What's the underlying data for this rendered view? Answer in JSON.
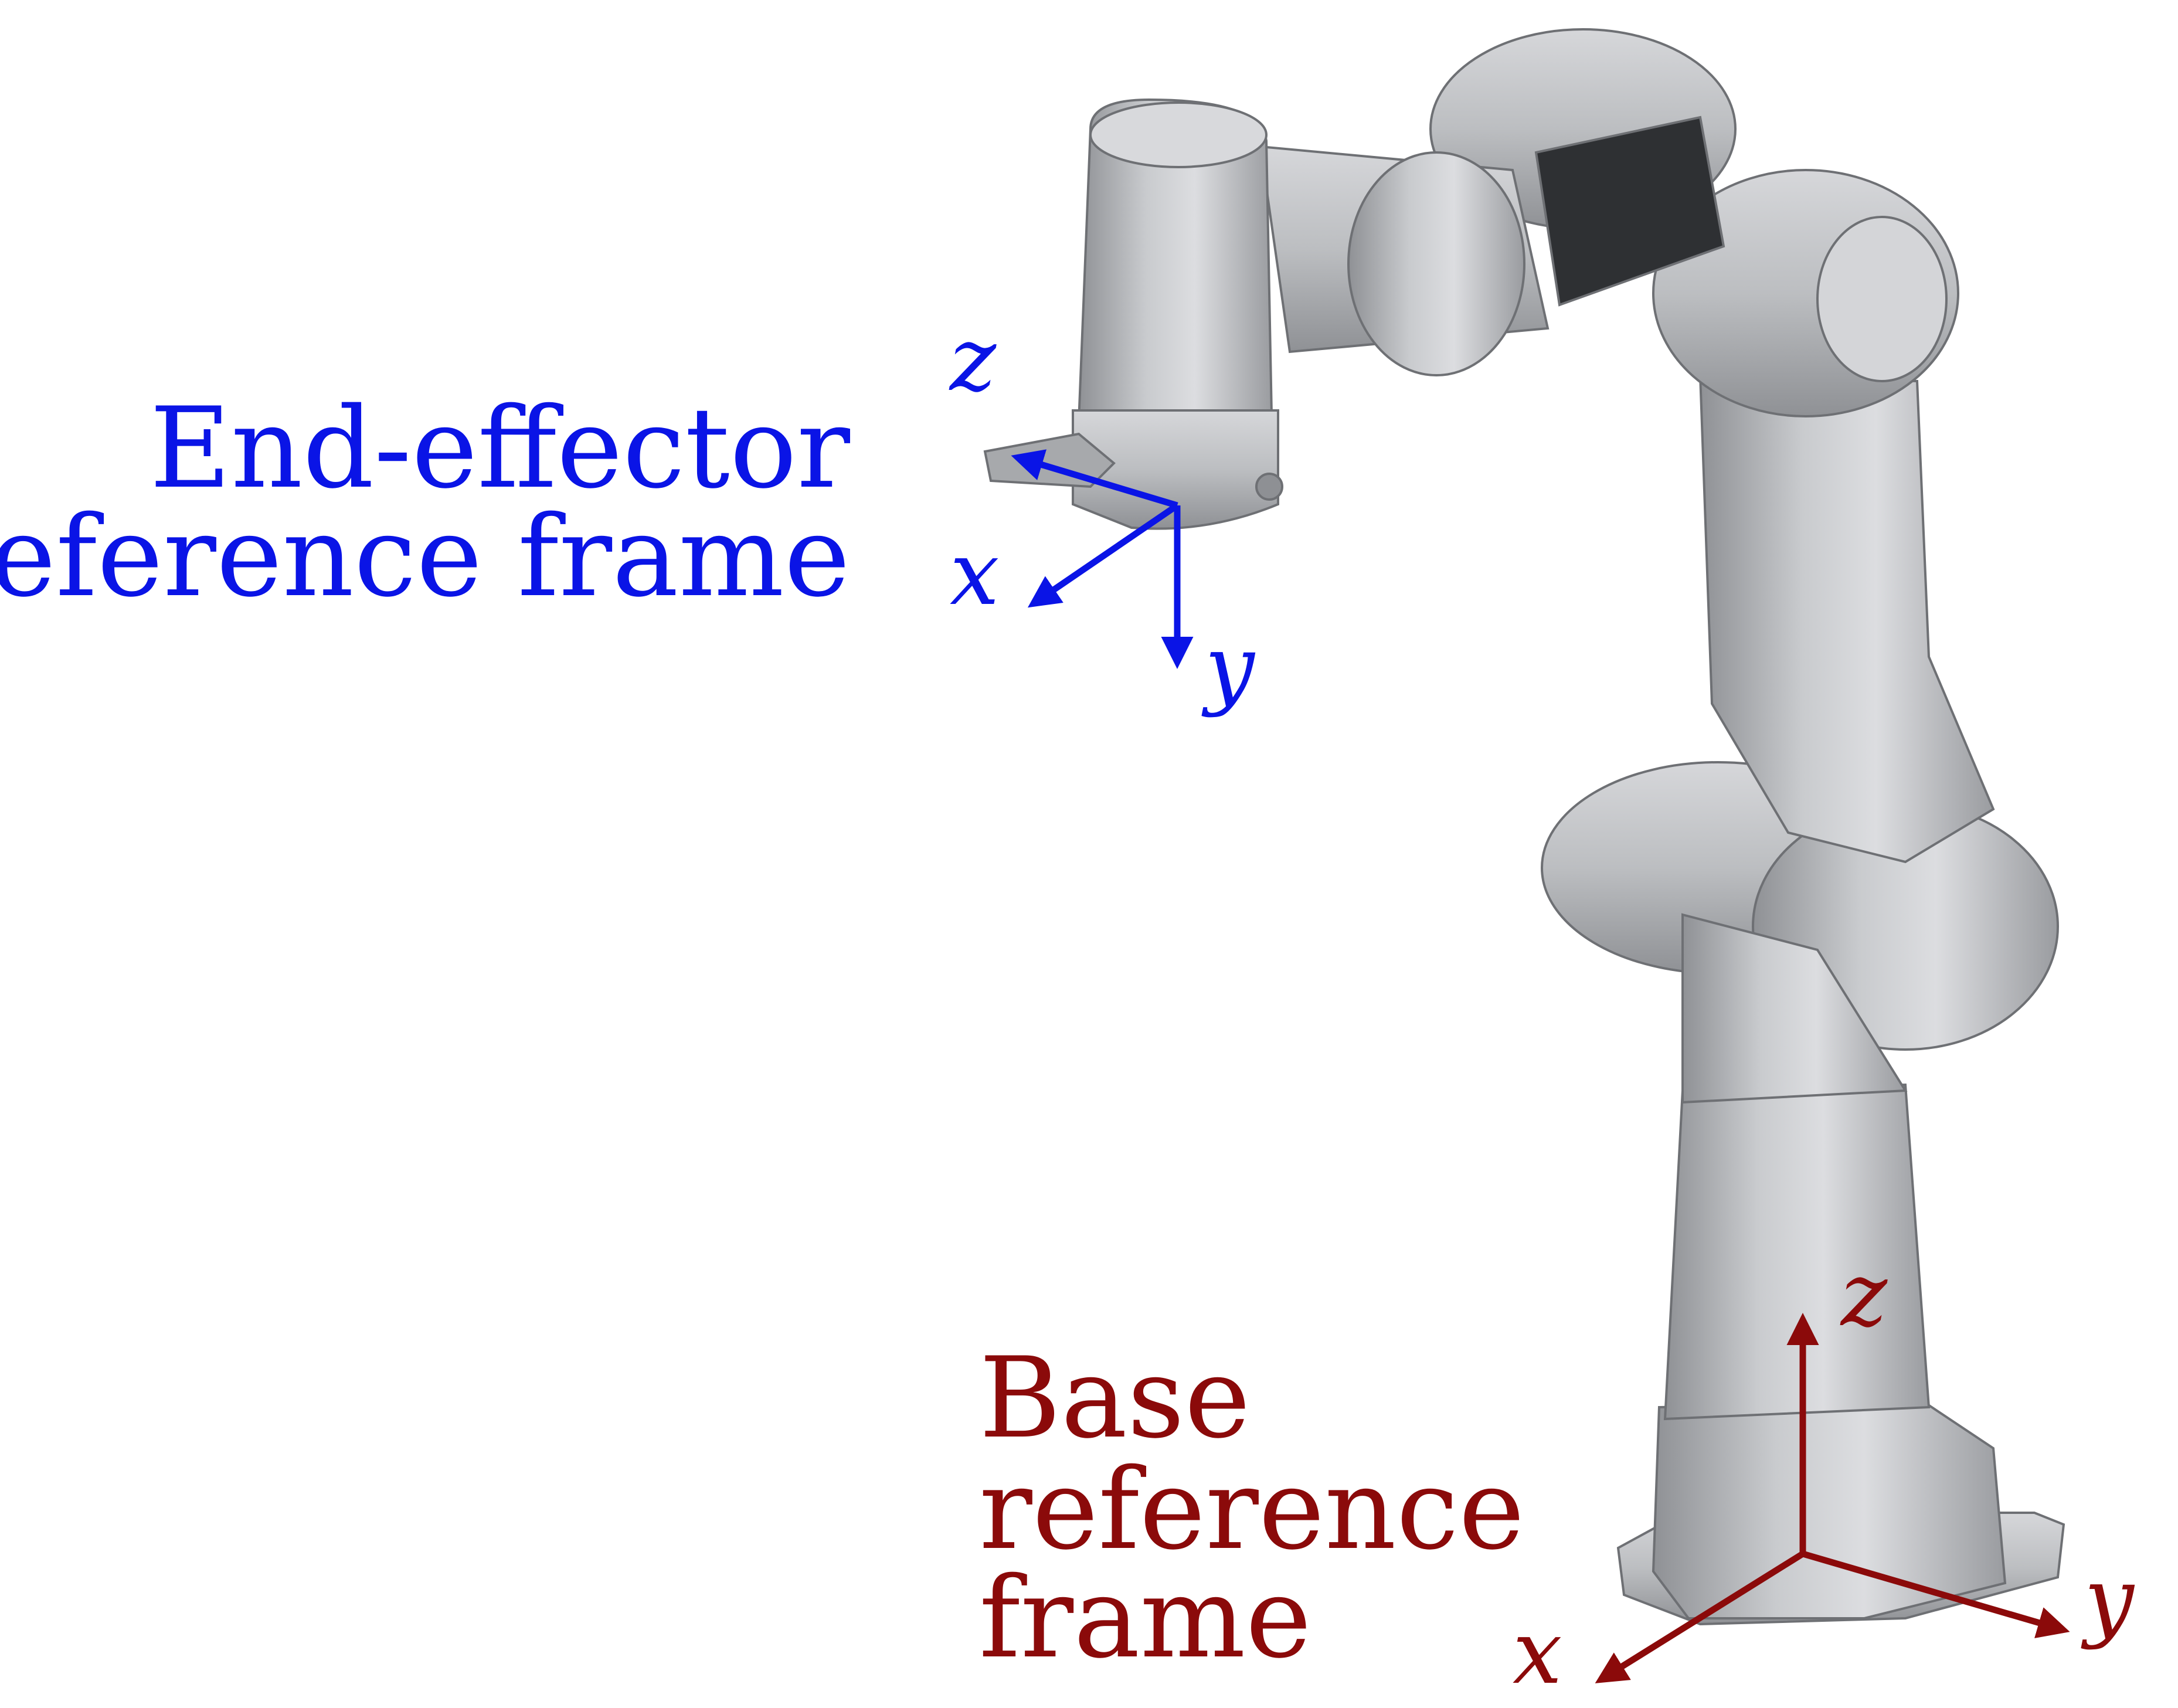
{
  "ee_frame": {
    "title_line1": "End-effector",
    "title_line2": "reference frame",
    "axis_x": "x",
    "axis_y": "y",
    "axis_z": "z",
    "color": "#0a14e6"
  },
  "base_frame": {
    "title_line1": "Base",
    "title_line2": "reference",
    "title_line3": "frame",
    "axis_x": "x",
    "axis_y": "y",
    "axis_z": "z",
    "color": "#8b0a0a"
  },
  "robot": {
    "body_color": "#b9bbbe",
    "shade_color": "#8e9094",
    "highlight_color": "#e6e7e9",
    "outline_color": "#6e7074",
    "panel_color": "#2e3033"
  }
}
